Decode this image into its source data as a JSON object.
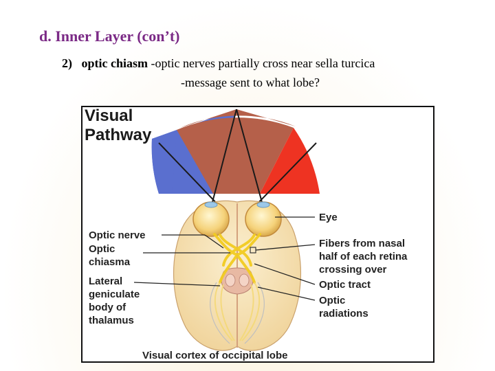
{
  "slide": {
    "heading": "d. Inner Layer (con’t)",
    "item_number": "2)",
    "item_term": "optic chiasm",
    "item_text": "-optic nerves partially cross near sella turcica",
    "item_text_line2": "-message sent to what lobe?"
  },
  "figure": {
    "title_line1": "Visual",
    "title_line2": "Pathway",
    "labels": {
      "optic_nerve": "Optic nerve",
      "optic": "Optic",
      "chiasma": "chiasma",
      "lateral": "Lateral",
      "geniculate": "geniculate",
      "body_of": "body of",
      "thalamus": "thalamus",
      "eye": "Eye",
      "fibers_1": "Fibers from nasal",
      "fibers_2": "half of each retina",
      "fibers_3": "crossing over",
      "optic_tract": "Optic tract",
      "optic_2": "Optic",
      "radiations": "radiations",
      "visual_cortex": "Visual cortex of occipital lobe"
    },
    "colors": {
      "left_field": "#5a6fcf",
      "center_field": "#b5604a",
      "right_field": "#ee3322",
      "brain": "#f6e3b2",
      "brain_dark": "#d9a98a",
      "fibers": "#f2cc22"
    }
  }
}
